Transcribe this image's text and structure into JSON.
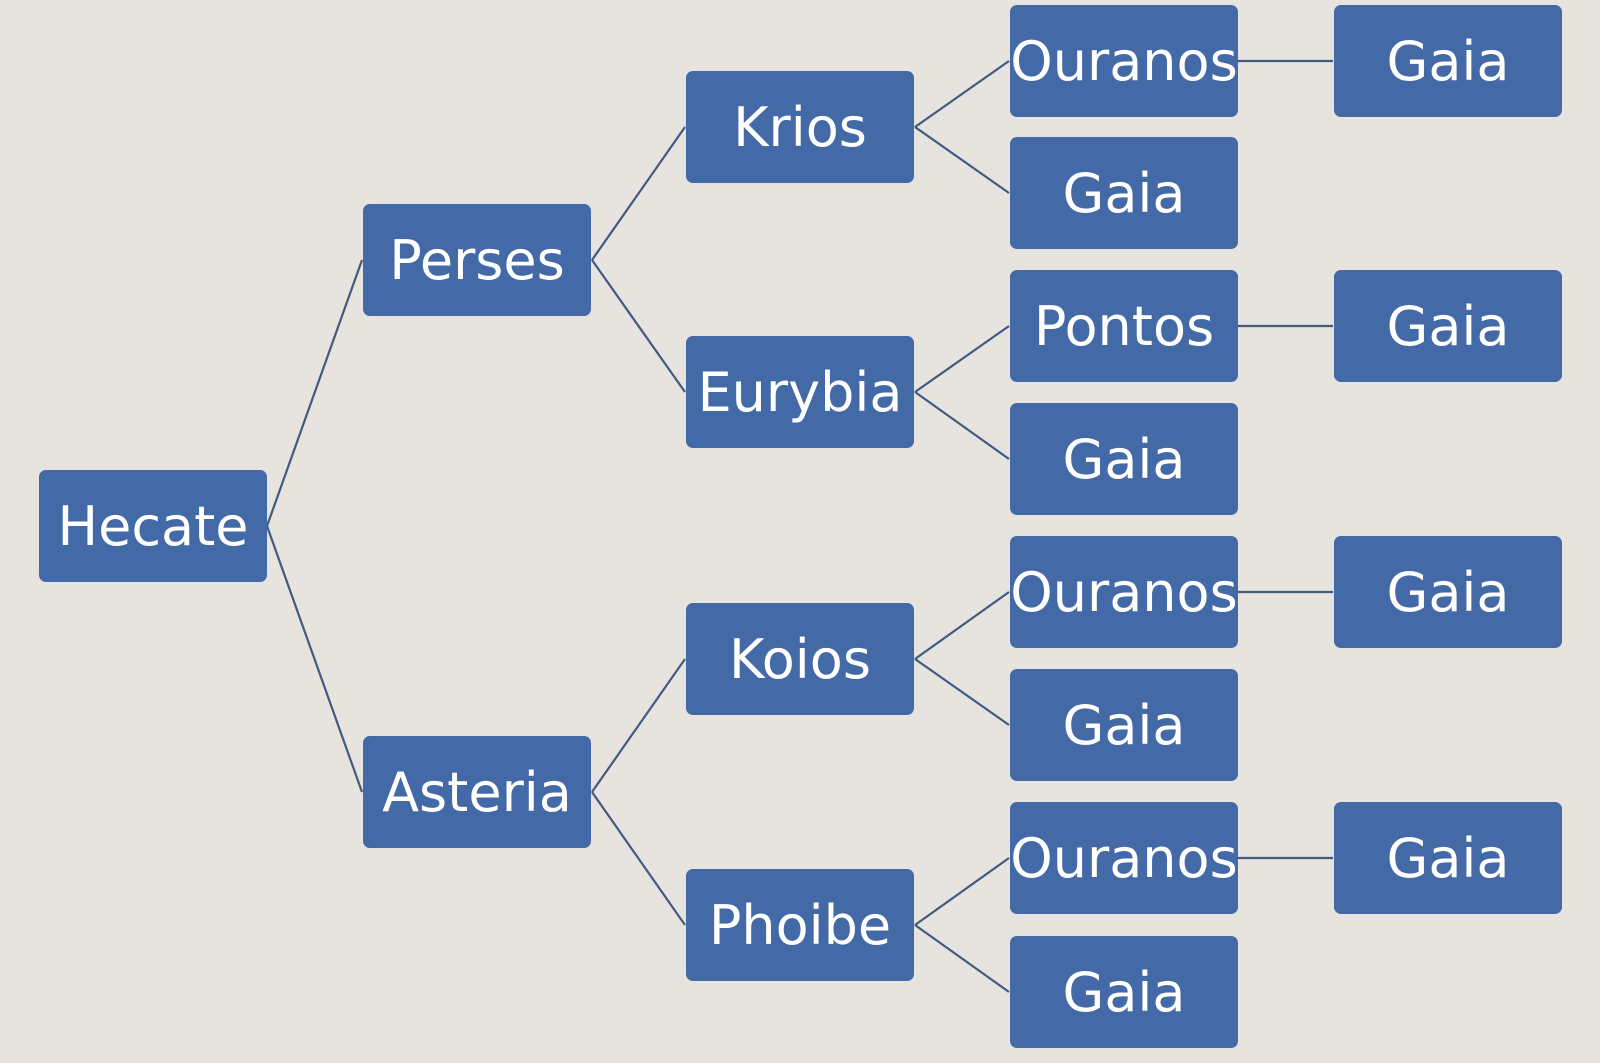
{
  "colors": {
    "background": "#e7e3de",
    "box_fill": "#4369a7",
    "box_text": "#ffffff",
    "connector": "#415a80"
  },
  "tree": {
    "root": "Hecate",
    "level1": [
      "Perses",
      "Asteria"
    ],
    "level2": [
      "Krios",
      "Eurybia",
      "Koios",
      "Phoibe"
    ],
    "level3": [
      "Ouranos",
      "Gaia",
      "Pontos",
      "Gaia",
      "Ouranos",
      "Gaia",
      "Ouranos",
      "Gaia"
    ],
    "level4": [
      "Gaia",
      "Gaia",
      "Gaia",
      "Gaia"
    ]
  }
}
